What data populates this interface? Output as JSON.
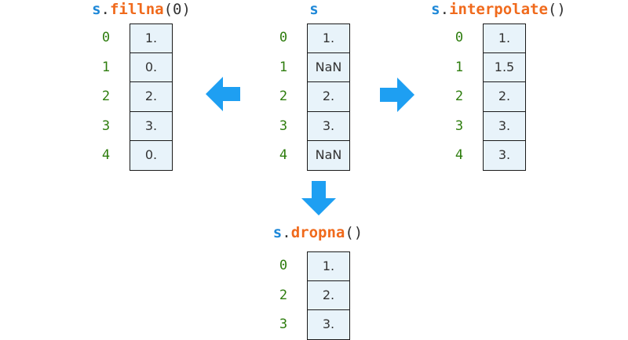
{
  "colors": {
    "arrow": "#1e9ff2",
    "cell_fill": "#e8f3fa",
    "index_text": "#2e7d0e",
    "object_name": "#1e88d8",
    "method_name": "#f06a1c"
  },
  "series_s": {
    "title": {
      "obj": "s",
      "dot": "",
      "method": "",
      "paren": ""
    },
    "index": [
      "0",
      "1",
      "2",
      "3",
      "4"
    ],
    "values": [
      "1.",
      "NaN",
      "2.",
      "3.",
      "NaN"
    ]
  },
  "fillna": {
    "title": {
      "obj": "s",
      "dot": ".",
      "method": "fillna",
      "paren": "(0)"
    },
    "index": [
      "0",
      "1",
      "2",
      "3",
      "4"
    ],
    "values": [
      "1.",
      "0.",
      "2.",
      "3.",
      "0."
    ]
  },
  "interpolate": {
    "title": {
      "obj": "s",
      "dot": ".",
      "method": "interpolate",
      "paren": "()"
    },
    "index": [
      "0",
      "1",
      "2",
      "3",
      "4"
    ],
    "values": [
      "1.",
      "1.5",
      "2.",
      "3.",
      "3."
    ]
  },
  "dropna": {
    "title": {
      "obj": "s",
      "dot": ".",
      "method": "dropna",
      "paren": "()"
    },
    "index": [
      "0",
      "2",
      "3"
    ],
    "values": [
      "1.",
      "2.",
      "3."
    ]
  },
  "arrows": [
    {
      "name": "arrow-left-icon",
      "direction": "left"
    },
    {
      "name": "arrow-right-icon",
      "direction": "right"
    },
    {
      "name": "arrow-down-icon",
      "direction": "down"
    }
  ]
}
